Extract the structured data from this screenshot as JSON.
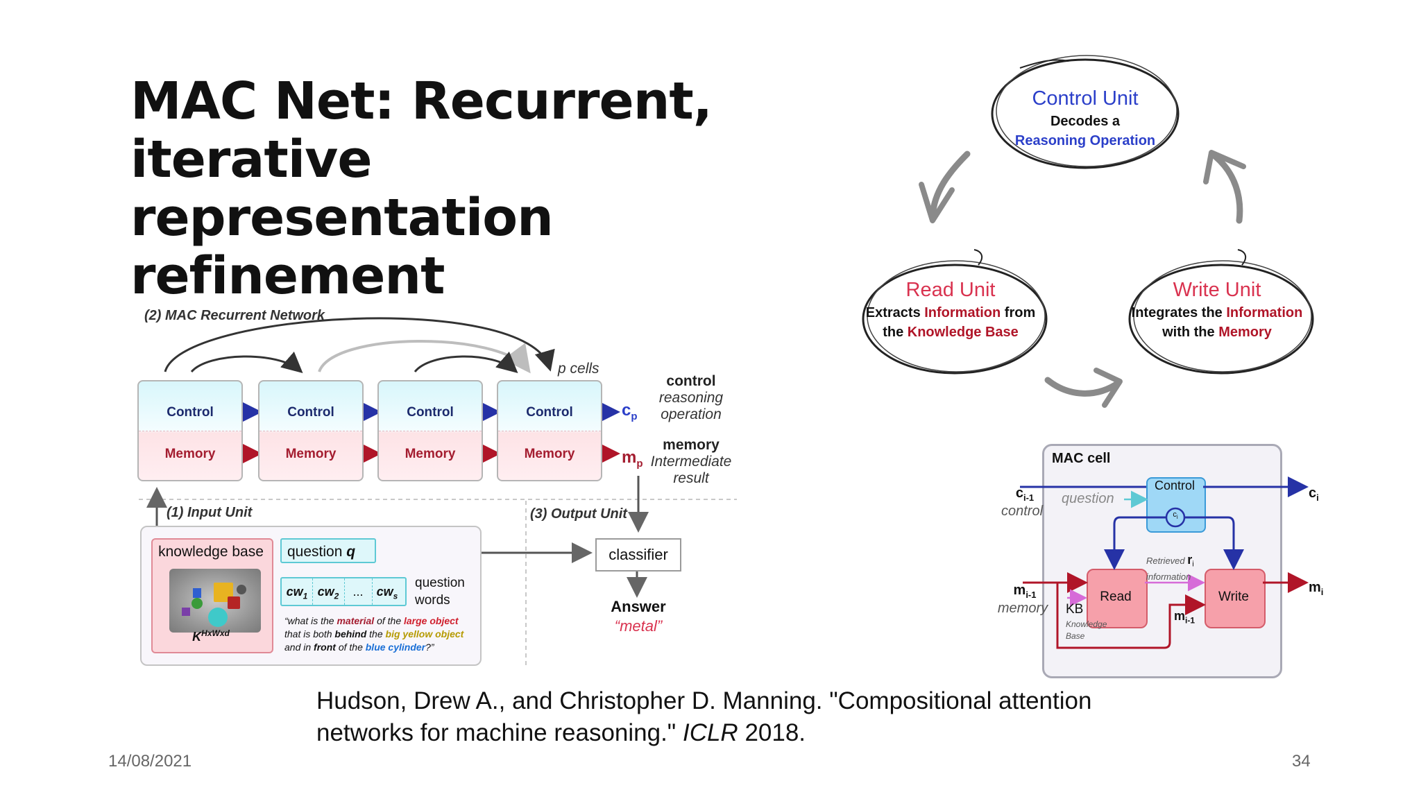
{
  "slide": {
    "title_line1": "MAC Net: Recurrent,",
    "title_line2": "iterative representation",
    "title_line3": "refinement",
    "citation_line1": "Hudson, Drew A., and Christopher D. Manning. \"Compositional attention",
    "citation_line2_pre": "networks for machine reasoning.\" ",
    "citation_venue": "ICLR",
    "citation_year": " 2018.",
    "date": "14/08/2021",
    "page_number": "34"
  },
  "left_diagram": {
    "rnn_label": "(2) MAC Recurrent Network",
    "p_cells": "p cells",
    "cell_control_label": "Control",
    "cell_memory_label": "Memory",
    "cp": "c",
    "cp_sub": "p",
    "mp": "m",
    "mp_sub": "p",
    "control_word": "control",
    "control_desc1": "reasoning",
    "control_desc2": "operation",
    "memory_word": "memory",
    "memory_desc1": "Intermediate",
    "memory_desc2": "result",
    "input_unit": "(1) Input Unit",
    "output_unit": "(3) Output Unit",
    "knowledge_base": "knowledge base",
    "kb_symbol": "K",
    "kb_dims": "HxWxd",
    "question_label": "question",
    "question_var": "q",
    "cw1": "cw",
    "cw1_sub": "1",
    "cw2": "cw",
    "cw2_sub": "2",
    "cw_dots": "...",
    "cws": "cw",
    "cws_sub": "s",
    "question_words1": "question",
    "question_words2": "words",
    "example_q": {
      "p1": "“what is the ",
      "material": "material",
      "p2": " of the ",
      "large_object": "large object",
      "p3": "that is both ",
      "behind": "behind",
      "p4": " the ",
      "big_yellow": "big yellow object",
      "p5": "and in ",
      "front": "front",
      "p6": " of the ",
      "blue_cyl": "blue cylinder",
      "p7": "?”"
    },
    "classifier": "classifier",
    "answer": "Answer",
    "answer_value": "“metal”"
  },
  "cycle": {
    "control_title": "Control Unit",
    "control_sub1": "Decodes a",
    "control_sub2": "Reasoning Operation",
    "read_title": "Read Unit",
    "read_sub1_a": "Extracts ",
    "read_sub1_b": "Information",
    "read_sub1_c": " from",
    "read_sub2_a": "the ",
    "read_sub2_b": "Knowledge Base",
    "write_title": "Write Unit",
    "write_sub1_a": "Integrates the ",
    "write_sub1_b": "Information",
    "write_sub2_a": "with the ",
    "write_sub2_b": "Memory"
  },
  "mac_cell": {
    "title": "MAC cell",
    "c_prev": "c",
    "c_prev_sub": "i-1",
    "control_label": "control",
    "m_prev": "m",
    "m_prev_sub": "i-1",
    "memory_label": "memory",
    "question": "question",
    "control_box": "Control",
    "ci_inner": "c",
    "ci_inner_sub": "i",
    "retrieved1": "Retrieved",
    "r": "r",
    "r_sub": "i",
    "retrieved2": "information",
    "read": "Read",
    "write": "Write",
    "kb": "KB",
    "kb_desc1": "Knowledge",
    "kb_desc2": "Base",
    "m_inner": "m",
    "m_inner_sub": "i-1",
    "c_out": "c",
    "c_out_sub": "i",
    "m_out": "m",
    "m_out_sub": "i"
  },
  "colors": {
    "control_blue": "#2b3fc9",
    "memory_red": "#a41d30",
    "title_red": "#d9324f",
    "yellow_text": "#b59a00",
    "blue_text": "#1a6fd6",
    "arrow_blue": "#2632a6",
    "arrow_red": "#b01528"
  }
}
